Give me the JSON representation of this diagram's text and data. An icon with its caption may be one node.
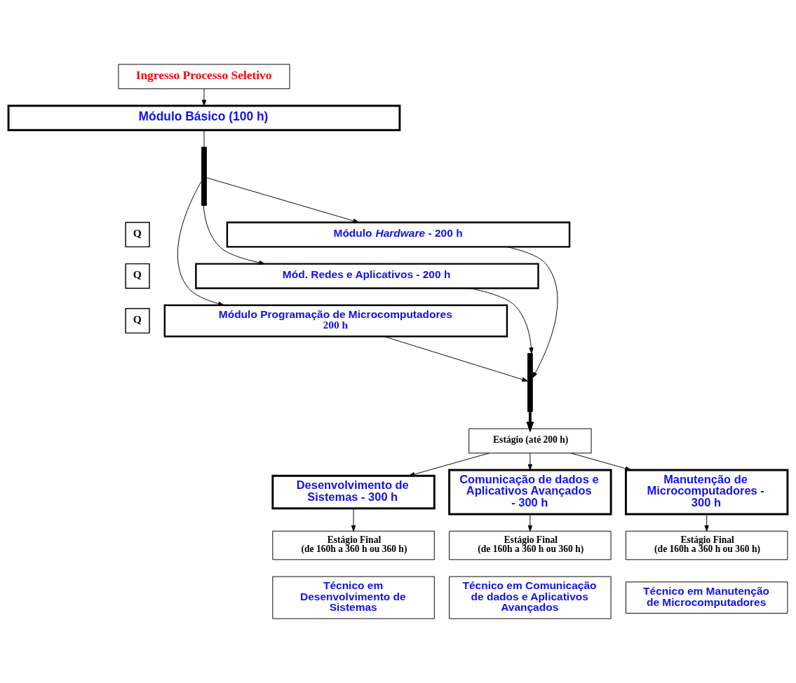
{
  "diagram": {
    "nodes": [
      {
        "text": [
          "Ingresso Processo Seletivo"
        ]
      },
      {
        "text": [
          "Módulo Básico (100 h)"
        ]
      },
      {
        "text": [],
        "shape": "bar"
      },
      {
        "text": [
          "Q"
        ]
      },
      {
        "text": [
          "Módulo *Hardware* - 200 h"
        ]
      },
      {
        "text": [
          "Q"
        ]
      },
      {
        "text": [
          "Mód. Redes e Aplicativos - 200 h"
        ]
      },
      {
        "text": [
          "Q"
        ]
      },
      {
        "text": [
          "Módulo Programação de Microcomputadores",
          "200 h"
        ]
      },
      {
        "text": [],
        "shape": "bar"
      },
      {
        "text": [
          "Estágio (até 200 h)"
        ]
      },
      {
        "text": [
          "Desenvolvimento de Sistemas - 300 h"
        ]
      },
      {
        "text": [
          "Comunicação de dados e Aplicativos Avançados - 300 h"
        ]
      },
      {
        "text": [
          "Manutenção de Microcomputadores - 300 h"
        ]
      },
      {
        "text": [
          "Estágio Final",
          "(de 160h a 360 h ou 360 h)"
        ]
      },
      {
        "text": [
          "Estágio Final",
          "(de 160h a 360 h ou 360 h)"
        ]
      },
      {
        "text": [
          "Estágio Final",
          "(de 160h a 360 h ou 360 h)"
        ]
      },
      {
        "text": [
          "Técnico em Desenvolvimento de Sistemas"
        ]
      },
      {
        "text": [
          "Técnico em Comunicação de dados e Aplicativos Avançados"
        ]
      },
      {
        "text": [
          "Técnico em Manutenção de Microcomputadores"
        ]
      }
    ],
    "edges": [
      {
        "from": 0,
        "to": 1,
        "arrow": "to"
      },
      {
        "from": 1,
        "to": 2,
        "arrow": "none"
      },
      {
        "from": 2,
        "to": 4,
        "arrow": "to"
      },
      {
        "from": 2,
        "to": 6,
        "arrow": "to"
      },
      {
        "from": 2,
        "to": 8,
        "arrow": "to"
      },
      {
        "from": 4,
        "to": 9,
        "arrow": "to"
      },
      {
        "from": 6,
        "to": 9,
        "arrow": "to"
      },
      {
        "from": 8,
        "to": 9,
        "arrow": "to"
      },
      {
        "from": 9,
        "to": 10,
        "arrow": "to",
        "style": "thick"
      },
      {
        "from": 10,
        "to": 11,
        "arrow": "to"
      },
      {
        "from": 10,
        "to": 12,
        "arrow": "to"
      },
      {
        "from": 10,
        "to": 13,
        "arrow": "to"
      },
      {
        "from": 11,
        "to": 14,
        "arrow": "to"
      },
      {
        "from": 12,
        "to": 15,
        "arrow": "to"
      },
      {
        "from": 13,
        "to": 16,
        "arrow": "to"
      }
    ]
  }
}
